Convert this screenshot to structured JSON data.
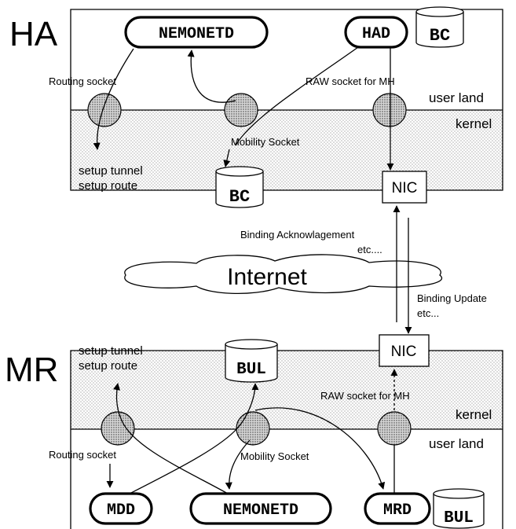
{
  "ha": {
    "label": "HA",
    "daemons": {
      "nemonetd": "NEMONETD",
      "had": "HAD"
    },
    "user_bc": "BC",
    "kernel_bc": "BC",
    "nic": "NIC",
    "routing_socket": "Routing socket",
    "raw_socket": "RAW socket for MH",
    "mobility_socket": "Mobility Socket",
    "user_land": "user land",
    "kernel": "kernel",
    "setup_tunnel": "setup tunnel",
    "setup_route": "setup route"
  },
  "internet": {
    "label": "Internet",
    "ack": "Binding Acknowlagement",
    "ack_etc": "etc....",
    "update": "Binding Update",
    "update_etc": "etc..."
  },
  "mr": {
    "label": "MR",
    "daemons": {
      "mdd": "MDD",
      "nemonetd": "NEMONETD",
      "mrd": "MRD"
    },
    "kernel_bul": "BUL",
    "user_bul": "BUL",
    "nic": "NIC",
    "routing_socket": "Routing socket",
    "raw_socket": "RAW socket for MH",
    "mobility_socket": "Mobility Socket",
    "user_land": "user land",
    "kernel": "kernel",
    "setup_tunnel": "setup tunnel",
    "setup_route": "setup route"
  }
}
